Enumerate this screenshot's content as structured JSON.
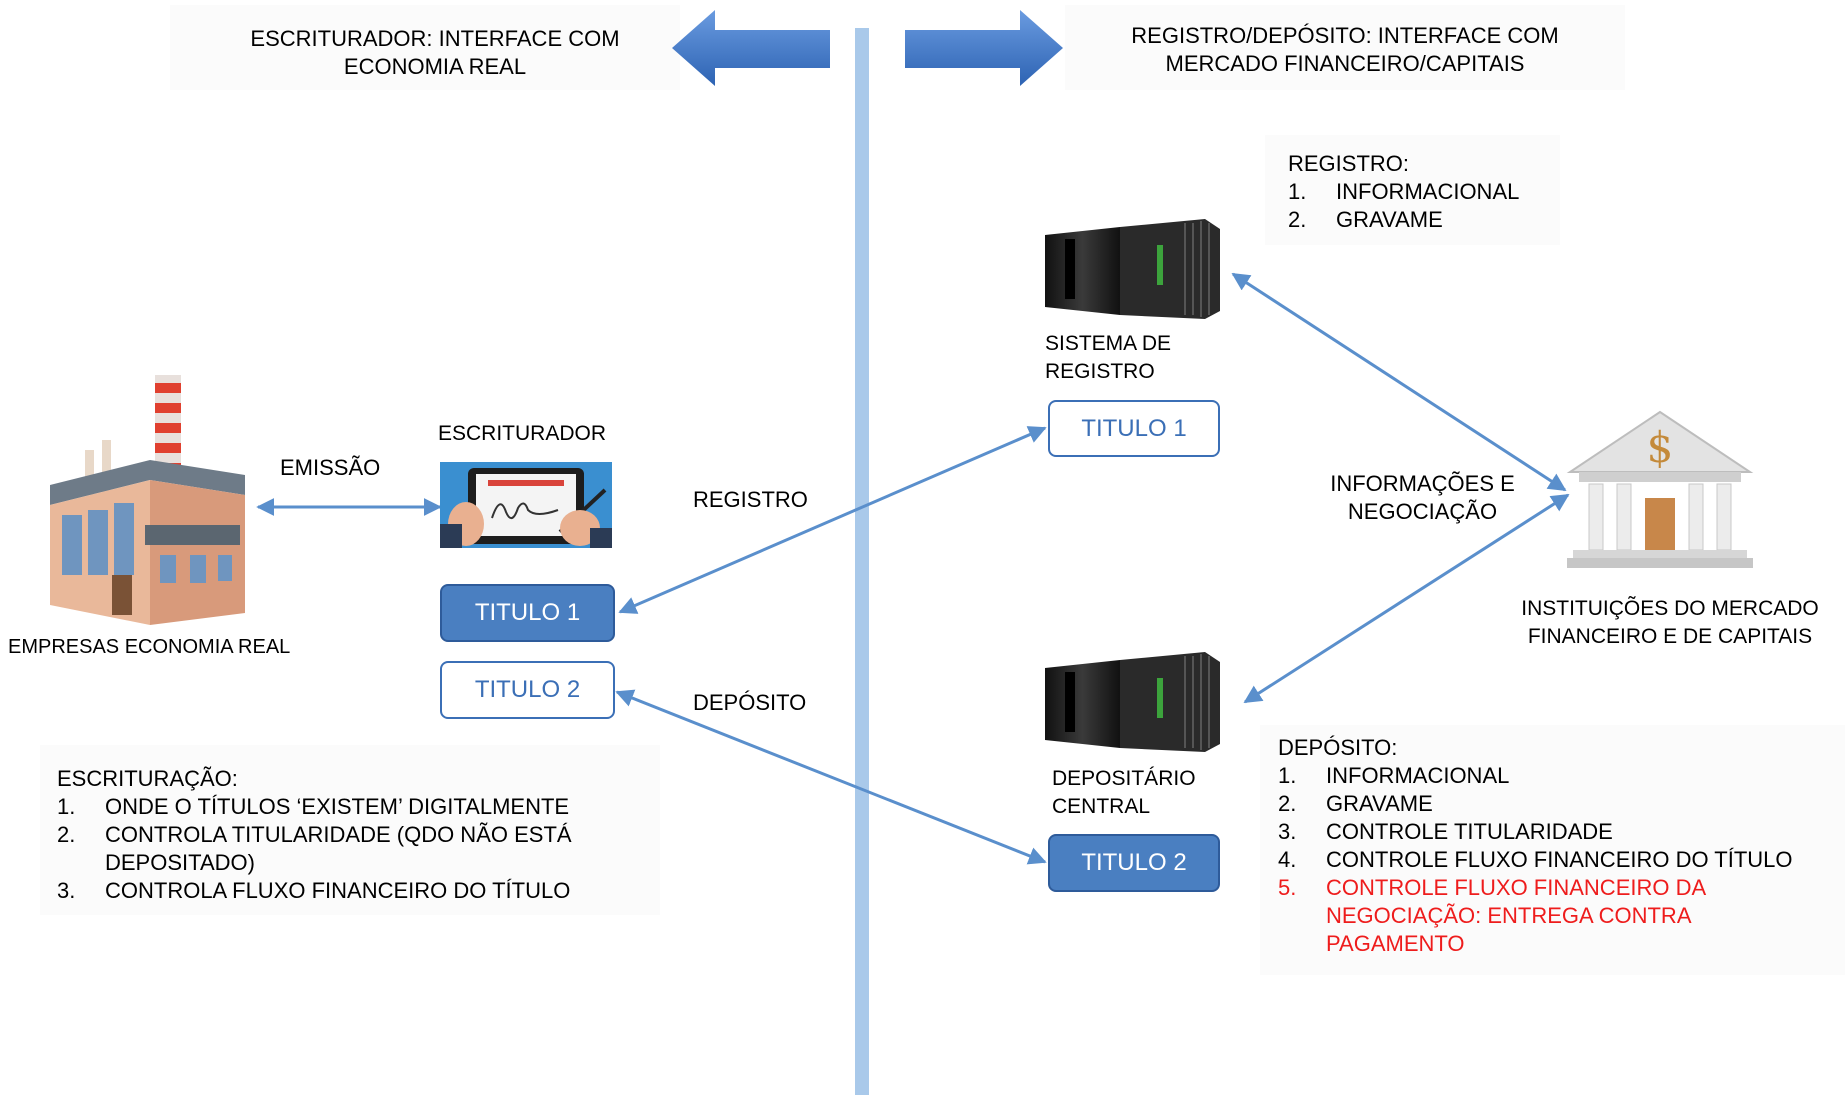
{
  "header": {
    "left_title": "ESCRITURADOR: INTERFACE COM ECONOMIA REAL",
    "right_title": "REGISTRO/DEPÓSITO: INTERFACE COM MERCADO FINANCEIRO/CAPITAIS"
  },
  "left": {
    "company_label": "EMPRESAS ECONOMIA REAL",
    "emission_label": "EMISSÃO",
    "escriturador_label": "ESCRITURADOR",
    "titulo1": "TITULO 1",
    "titulo2": "TITULO 2",
    "escrituracao": {
      "heading": "ESCRITURAÇÃO:",
      "items": [
        {
          "n": "1.",
          "text": "ONDE O TÍTULOS ‘EXISTEM’ DIGITALMENTE"
        },
        {
          "n": "2.",
          "text": "CONTROLA TITULARIDADE (QDO NÃO ESTÁ DEPOSITADO)"
        },
        {
          "n": "3.",
          "text": "CONTROLA FLUXO FINANCEIRO DO TÍTULO"
        }
      ]
    }
  },
  "center": {
    "registro_label": "REGISTRO",
    "deposito_label": "DEPÓSITO"
  },
  "right": {
    "registro": {
      "heading": "REGISTRO:",
      "items": [
        {
          "n": "1.",
          "text": "INFORMACIONAL"
        },
        {
          "n": "2.",
          "text": "GRAVAME"
        }
      ]
    },
    "sistema_label": "SISTEMA DE REGISTRO",
    "titulo1": "TITULO 1",
    "info_label": "INFORMAÇÕES E NEGOCIAÇÃO",
    "instituicoes_label": "INSTITUIÇÕES DO MERCADO FINANCEIRO E DE CAPITAIS",
    "depositario_label": "DEPOSITÁRIO CENTRAL",
    "titulo2": "TITULO 2",
    "deposito": {
      "heading": "DEPÓSITO:",
      "items": [
        {
          "n": "1.",
          "text": "INFORMACIONAL"
        },
        {
          "n": "2.",
          "text": "GRAVAME"
        },
        {
          "n": "3.",
          "text": "CONTROLE TITULARIDADE"
        },
        {
          "n": "4.",
          "text": "CONTROLE FLUXO FINANCEIRO DO TÍTULO"
        },
        {
          "n": "5.",
          "text": "CONTROLE FLUXO FINANCEIRO DA NEGOCIAÇÃO: ENTREGA CONTRA PAGAMENTO"
        }
      ]
    }
  },
  "colors": {
    "divider": "#a9c9ea",
    "arrow_line": "#5a8fcc",
    "box_fill": "#4a7fc1",
    "header_arrow": "#3f79c9",
    "highlight": "#ee1c1c"
  }
}
